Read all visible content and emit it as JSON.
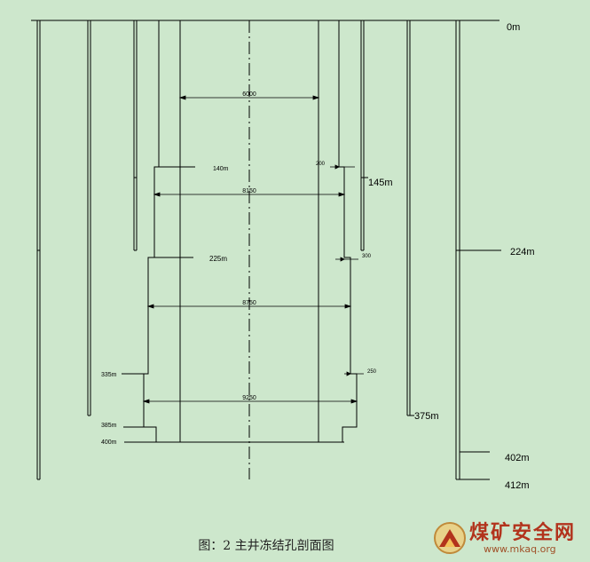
{
  "diagram": {
    "depth_labels": {
      "top": "0m",
      "ring1_outer": "145m",
      "ring2_outer": "224m",
      "ring3_outer": "375m",
      "ring4_a": "402m",
      "ring4_b": "412m"
    },
    "shaft_levels": {
      "l140": "140m",
      "l225": "225m",
      "l335": "335m",
      "l385": "385m",
      "l400": "400m"
    },
    "dimensions": {
      "d6000": "6000",
      "d8150": "8150",
      "d8750": "8750",
      "d9250": "9250",
      "d200": "200",
      "d300": "300",
      "d250": "250"
    }
  },
  "caption": "图：2    主井冻结孔剖面图",
  "watermark": {
    "brand": "煤矿安全网",
    "url": "www.mkaq.org"
  }
}
